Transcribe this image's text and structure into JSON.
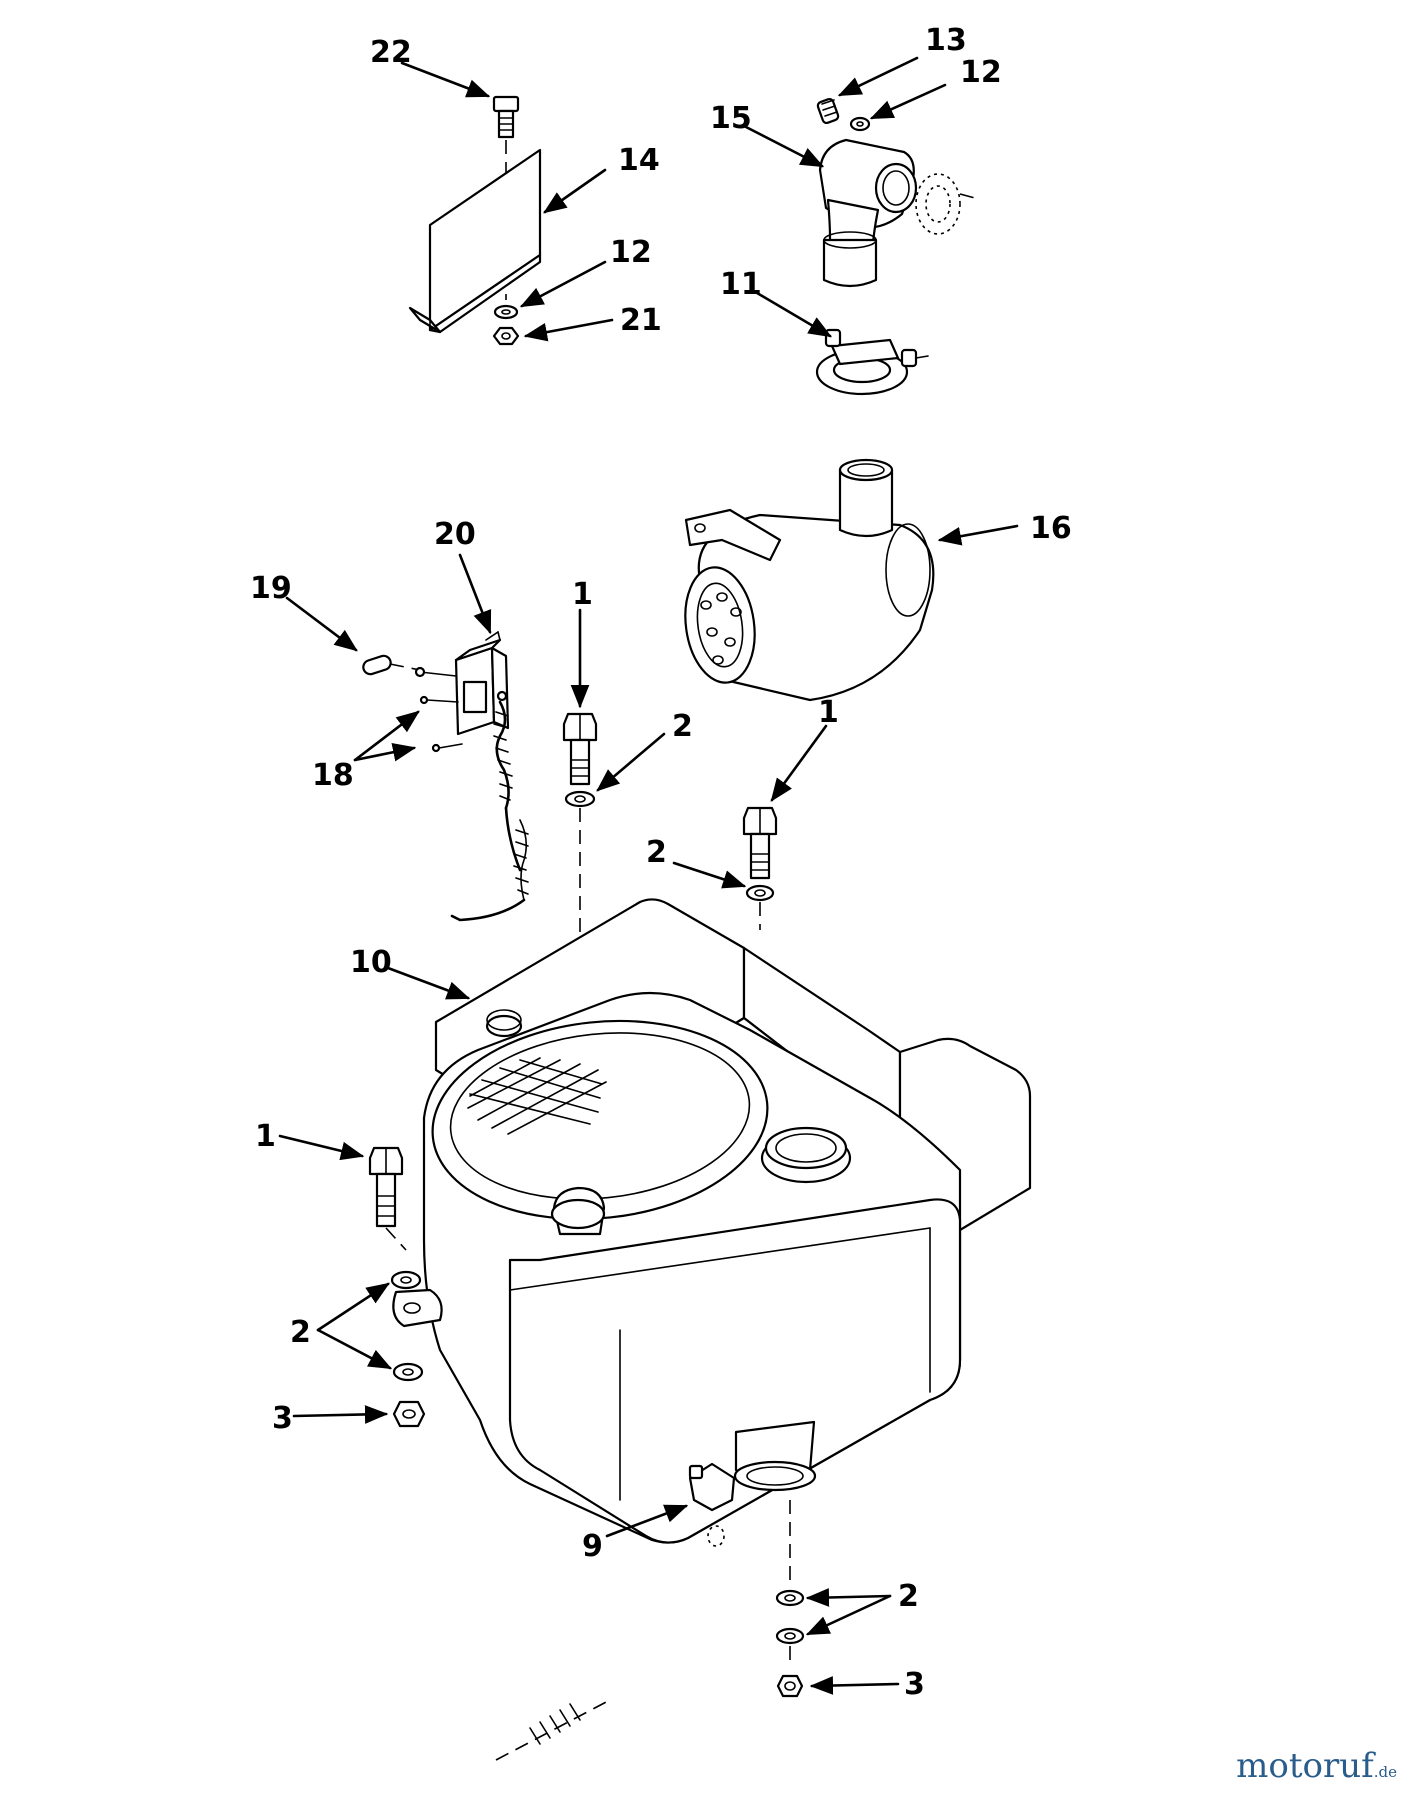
{
  "callouts": {
    "c22": "22",
    "c14": "14",
    "c12a": "12",
    "c21": "21",
    "c13": "13",
    "c12b": "12",
    "c15": "15",
    "c11": "11",
    "c16": "16",
    "c20": "20",
    "c19": "19",
    "c18": "18",
    "c1a": "1",
    "c2a": "2",
    "c1b": "1",
    "c2b": "2",
    "c10": "10",
    "c1c": "1",
    "c2c": "2",
    "c3a": "3",
    "c9": "9",
    "c2d": "2",
    "c3b": "3"
  },
  "watermark": {
    "brand": "motoruf",
    "tld": ".de"
  }
}
